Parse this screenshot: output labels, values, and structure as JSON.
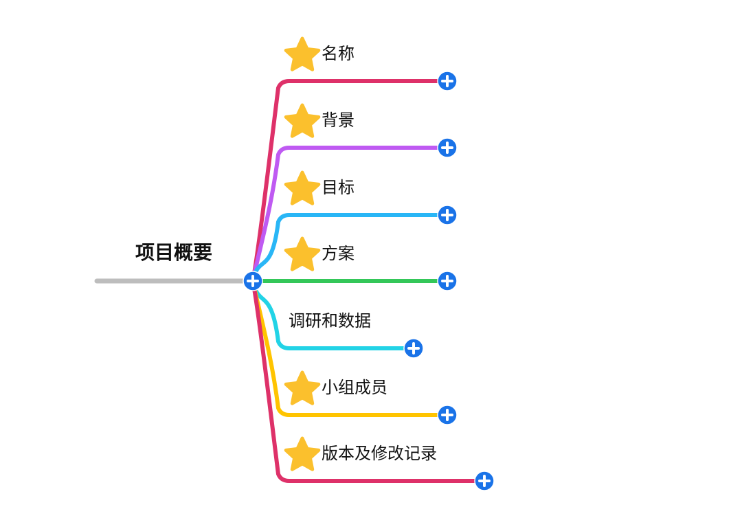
{
  "root": {
    "label": "项目概要",
    "expand_icon": "plus-circle-icon"
  },
  "colors": {
    "root_line": "#bdbdbd",
    "expand_button": "#1a73e8",
    "star": "#fbc02d"
  },
  "branches": [
    {
      "label": "名称",
      "color": "#de3169",
      "starred": true
    },
    {
      "label": "背景",
      "color": "#bf5af2",
      "starred": true
    },
    {
      "label": "目标",
      "color": "#29b6f6",
      "starred": true
    },
    {
      "label": "方案",
      "color": "#34c759",
      "starred": true
    },
    {
      "label": "调研和数据",
      "color": "#22d3e6",
      "starred": false
    },
    {
      "label": "小组成员",
      "color": "#ffc400",
      "starred": true
    },
    {
      "label": "版本及修改记录",
      "color": "#de3169",
      "starred": true
    }
  ]
}
